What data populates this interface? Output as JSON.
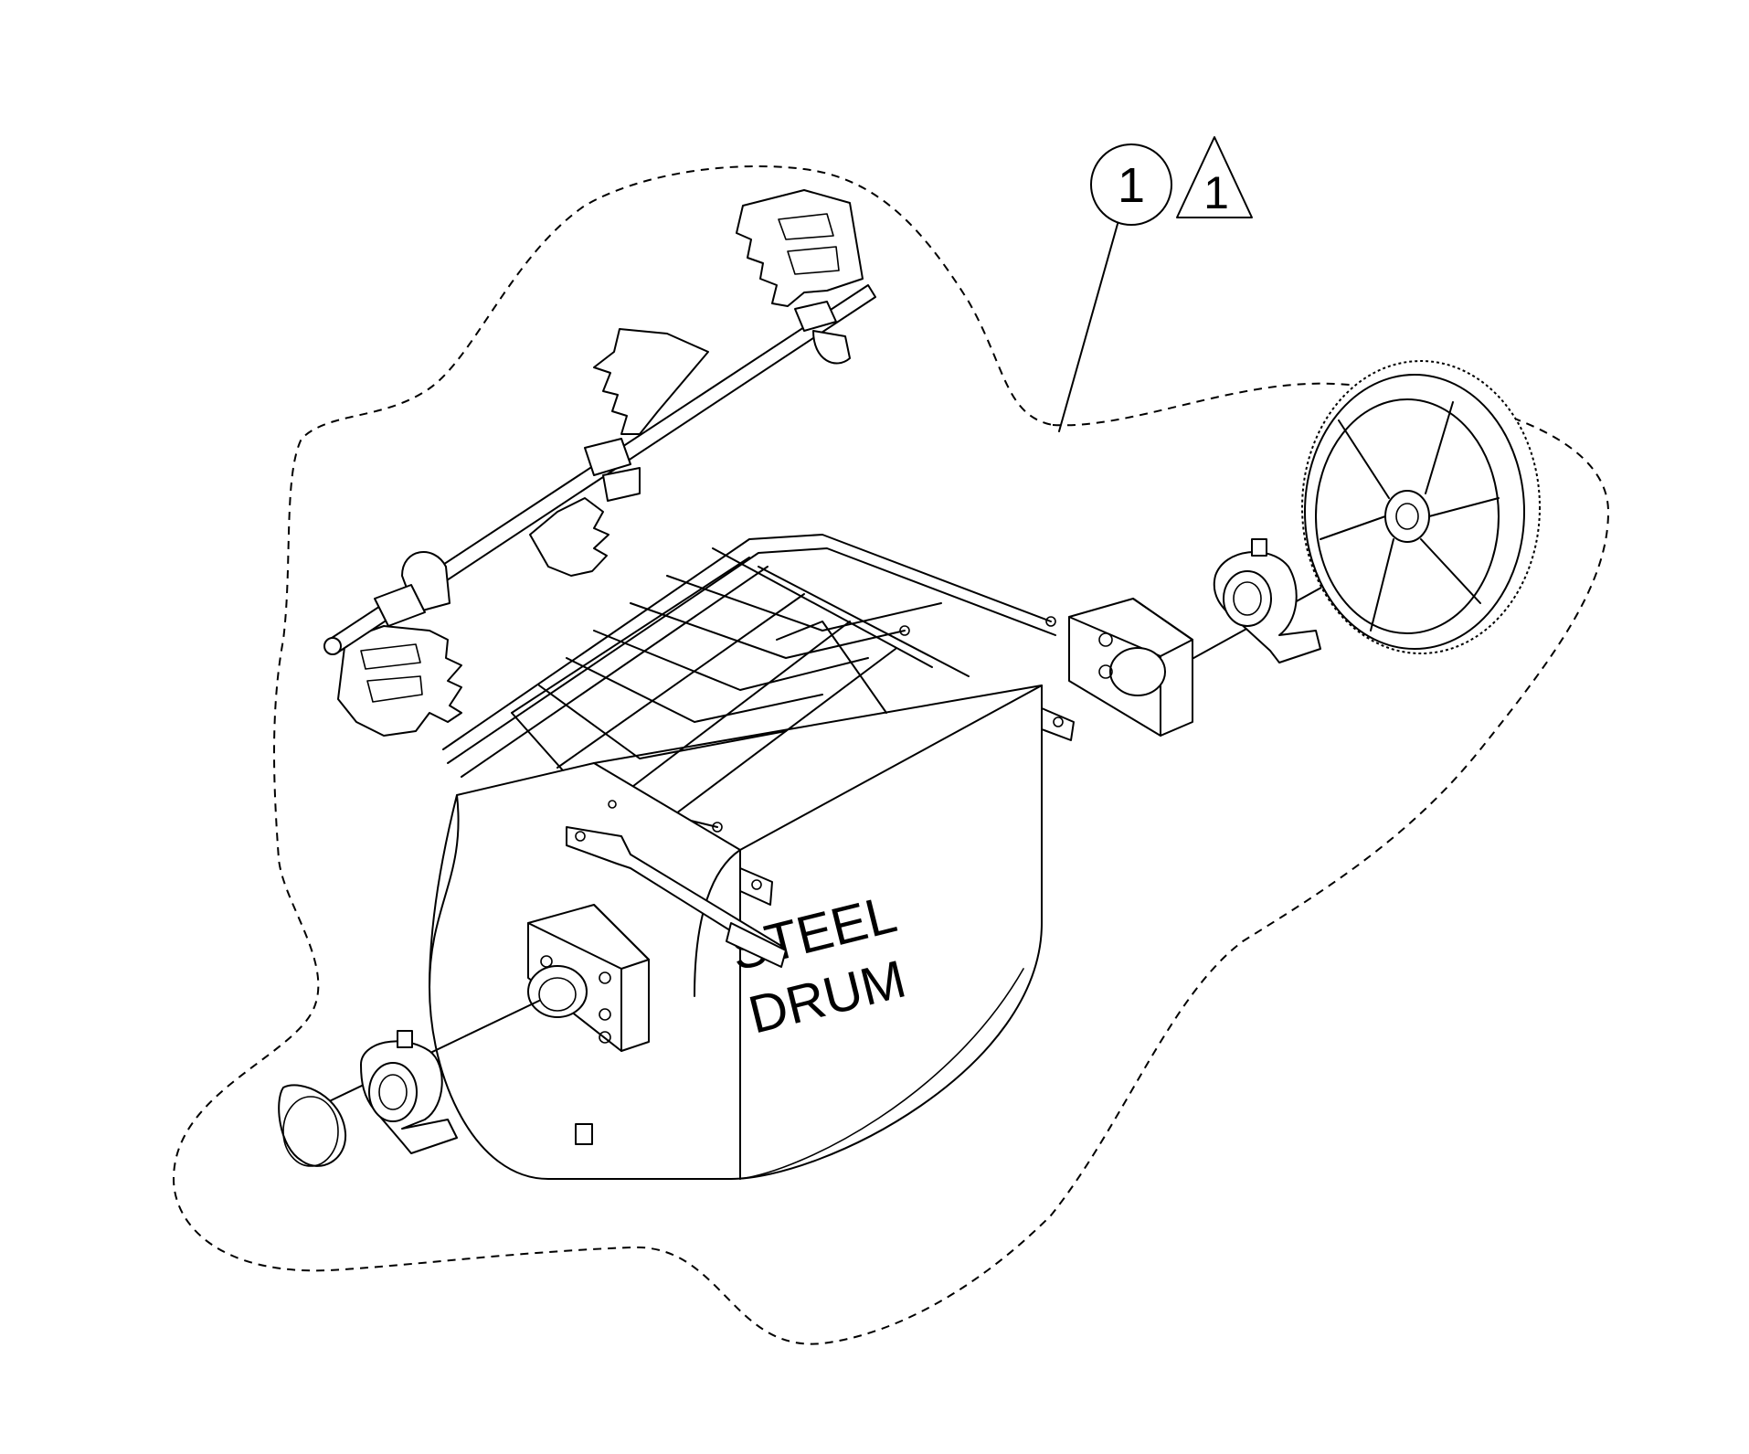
{
  "callout": {
    "item_number": "1",
    "revision_mark": "1"
  },
  "drum": {
    "label_line1": "STEEL",
    "label_line2": "DRUM"
  }
}
